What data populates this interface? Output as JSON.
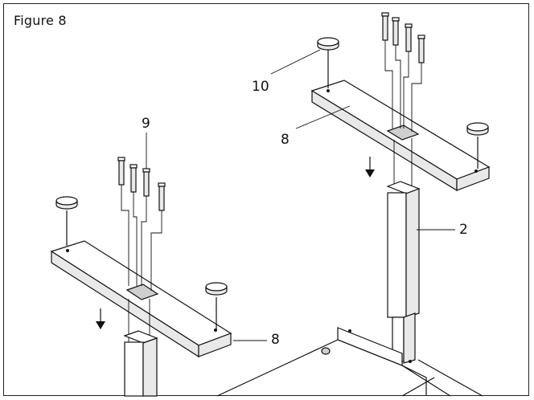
{
  "figure": {
    "title": "Figure 8"
  },
  "callouts": {
    "screws_left": "9",
    "foot_cap": "10",
    "beam_right": "8",
    "leg_column": "2",
    "beam_left": "8"
  },
  "colors": {
    "ink": "#111111",
    "paper": "#ffffff",
    "shade": "#e9e9e9"
  },
  "icons": [
    "screw-icon",
    "leveling-foot-icon",
    "down-arrow-icon"
  ]
}
